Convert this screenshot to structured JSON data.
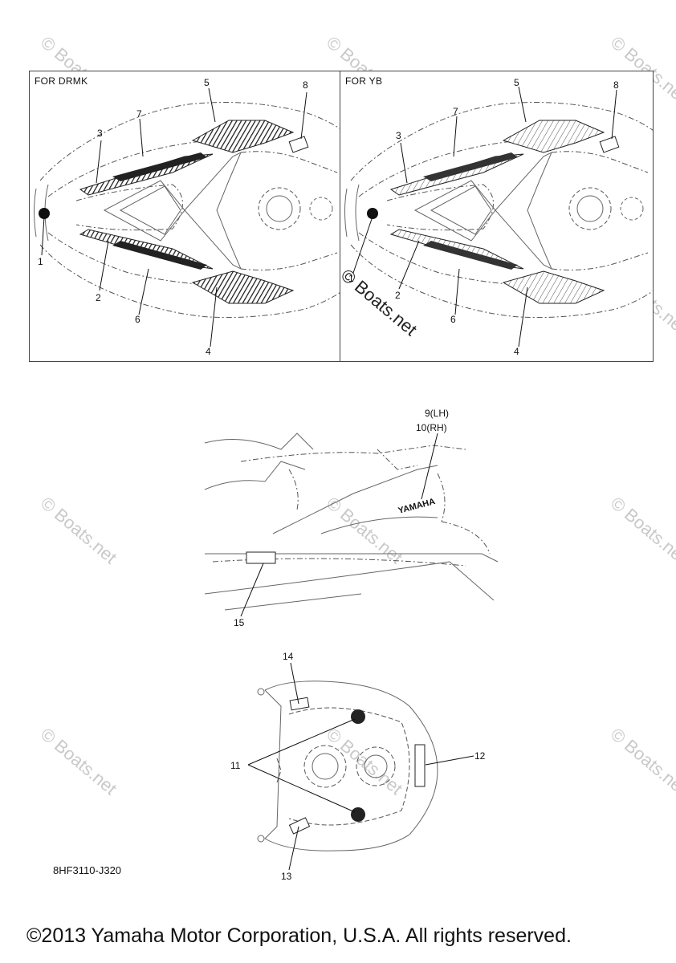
{
  "panels": [
    {
      "label": "FOR DRMK"
    },
    {
      "label": "FOR YB"
    }
  ],
  "callouts": {
    "panel_left": [
      "1",
      "2",
      "3",
      "4",
      "5",
      "6",
      "7",
      "8"
    ],
    "panel_right": [
      "1",
      "2",
      "3",
      "4",
      "5",
      "6",
      "7",
      "8"
    ],
    "side_view": {
      "decal_lh": "9(LH)",
      "decal_rh": "10(RH)",
      "label_15": "15"
    },
    "top_view": {
      "label_11": "11",
      "label_12": "12",
      "label_13": "13",
      "label_14": "14"
    }
  },
  "decal_text": {
    "brand": "YAMAHA"
  },
  "watermark": {
    "text": "© Boats.net"
  },
  "part_code": "8HF3110-J320",
  "copyright": "©2013 Yamaha Motor Corporation, U.S.A. All rights reserved."
}
